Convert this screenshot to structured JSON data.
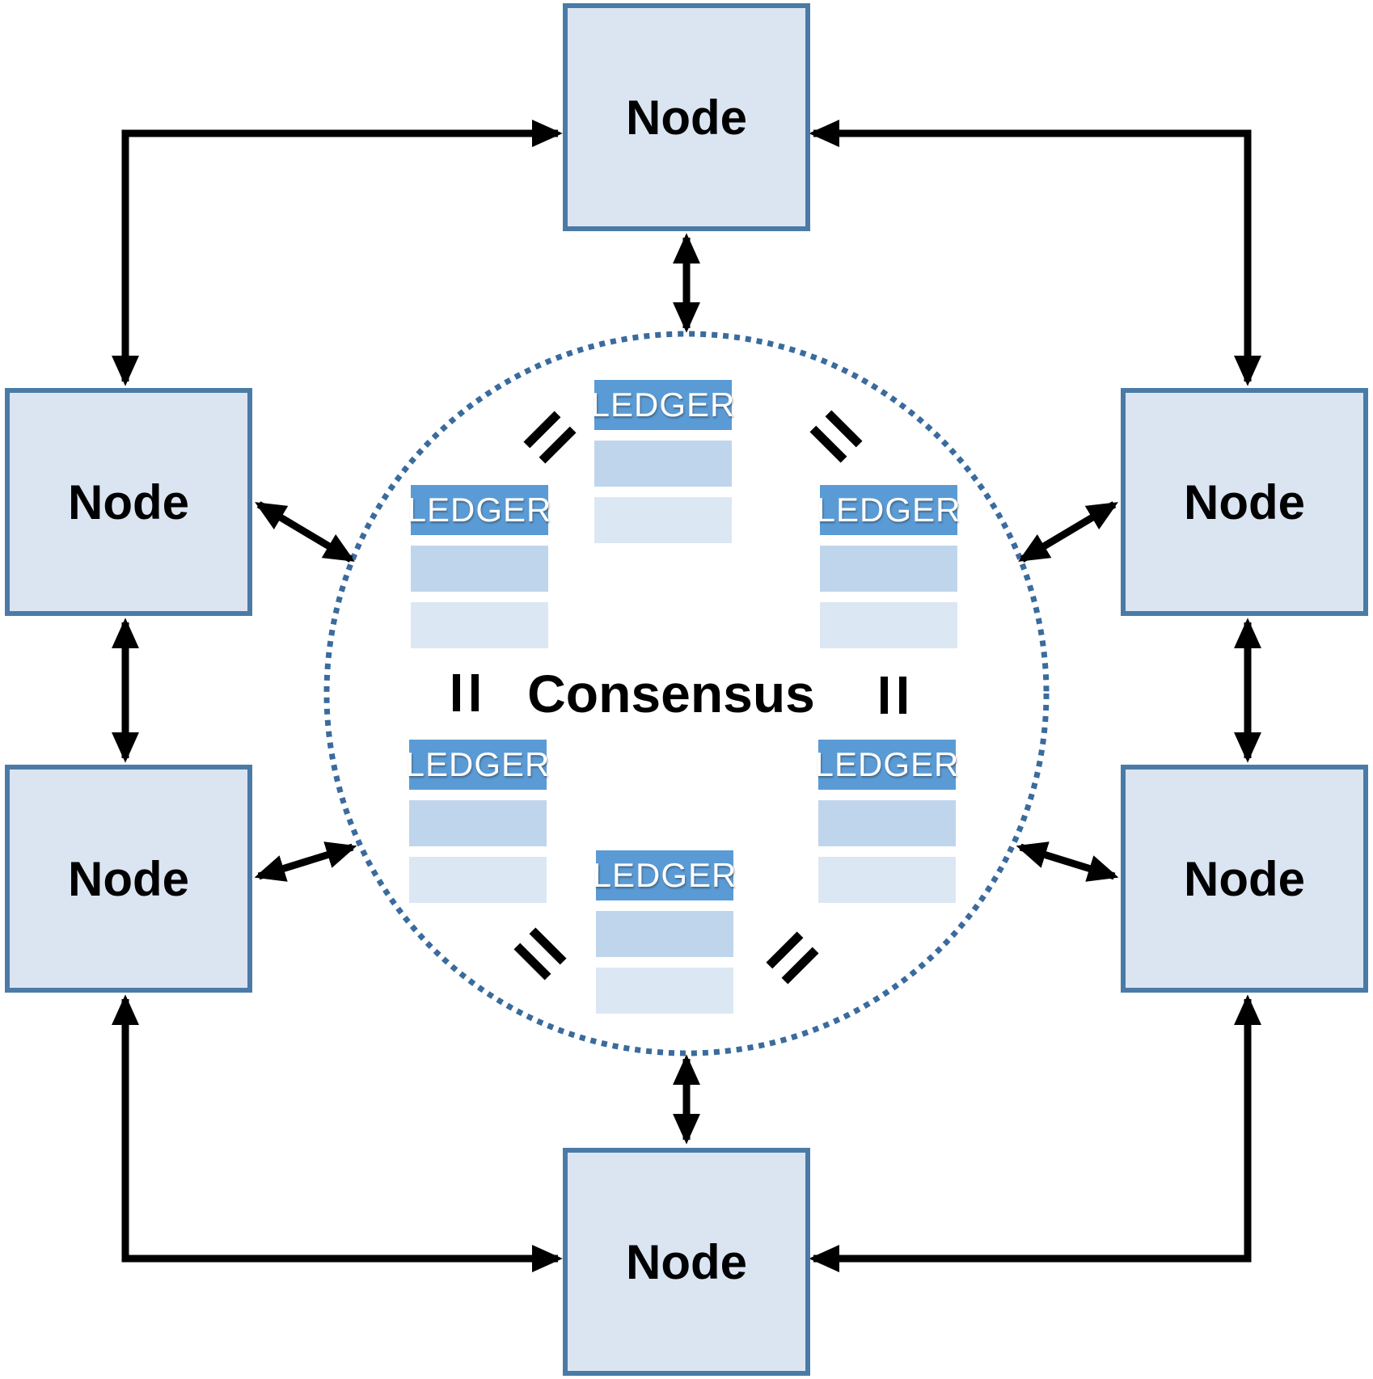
{
  "labels": {
    "node": "Node",
    "ledger": "LEDGER",
    "consensus": "Consensus"
  },
  "nodes": [
    {
      "position": "top",
      "label": "Node"
    },
    {
      "position": "upper-left",
      "label": "Node"
    },
    {
      "position": "lower-left",
      "label": "Node"
    },
    {
      "position": "upper-right",
      "label": "Node"
    },
    {
      "position": "lower-right",
      "label": "Node"
    },
    {
      "position": "bottom",
      "label": "Node"
    }
  ],
  "ledgers": [
    {
      "position": "top",
      "label": "LEDGER",
      "rows": 2
    },
    {
      "position": "left",
      "label": "LEDGER",
      "rows": 2
    },
    {
      "position": "right",
      "label": "LEDGER",
      "rows": 2
    },
    {
      "position": "bottom-left",
      "label": "LEDGER",
      "rows": 2
    },
    {
      "position": "bottom-right",
      "label": "LEDGER",
      "rows": 2
    },
    {
      "position": "bottom",
      "label": "LEDGER",
      "rows": 2
    }
  ],
  "center": {
    "label": "Consensus"
  },
  "equals_signs": [
    {
      "position": "upper-left",
      "symbol": "="
    },
    {
      "position": "upper-right",
      "symbol": "="
    },
    {
      "position": "middle-left",
      "symbol": "="
    },
    {
      "position": "middle-right",
      "symbol": "="
    },
    {
      "position": "lower-left",
      "symbol": "="
    },
    {
      "position": "lower-right",
      "symbol": "="
    }
  ],
  "colors": {
    "node_fill": "#dbe5f2",
    "node_border": "#4a7ba6",
    "ledger_header": "#5b9bd5",
    "ledger_row1": "#bfd5ec",
    "ledger_row2": "#dce7f4",
    "ledger_text": "#ffffff",
    "circle_dots": "#3a6b9d",
    "arrow": "#000000",
    "text": "#000000"
  }
}
